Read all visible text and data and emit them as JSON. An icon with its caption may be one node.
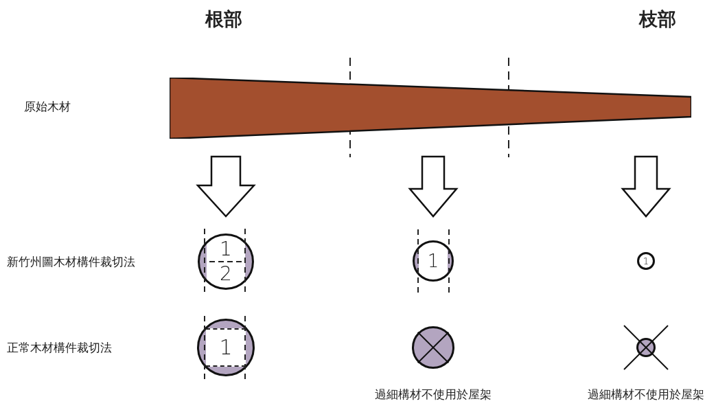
{
  "diagram": {
    "nodes": [
      {
        "text": [],
        "shape": "bar"
      },
      {
        "text": [
          "1",
          "2"
        ]
      },
      {
        "text": [
          "1"
        ]
      },
      {
        "text": [
          "1"
        ]
      },
      {
        "text": [
          "1"
        ]
      },
      {
        "text": [],
        "shape": "circle",
        "beside": [
          "過細構材不使用於屋架"
        ]
      },
      {
        "text": [],
        "shape": "circle",
        "beside": [
          "過細構材不使用於屋架"
        ]
      }
    ],
    "edges": [
      {
        "from": 0,
        "to": 1,
        "arrow": "to",
        "style": "thick"
      },
      {
        "from": 0,
        "to": 2,
        "arrow": "to",
        "style": "thick"
      },
      {
        "from": 0,
        "to": 3,
        "arrow": "to",
        "style": "thick"
      }
    ],
    "labels": [
      "根部",
      "枝部",
      "原始木材",
      "新竹州圖木材構件裁切法",
      "正常木材構件裁切法"
    ]
  }
}
